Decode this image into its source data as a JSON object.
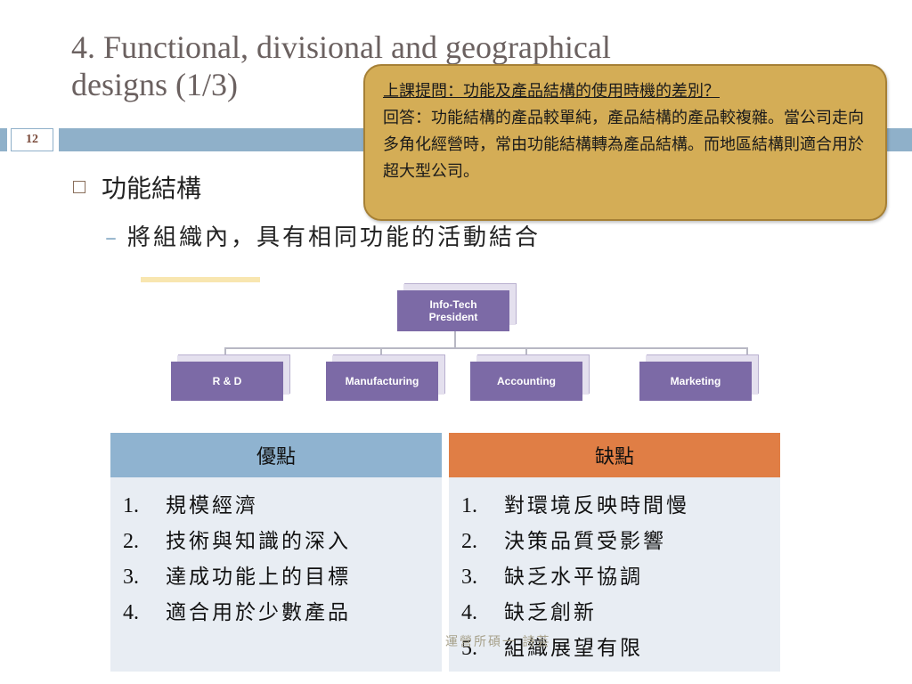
{
  "slide": {
    "title_line1": "4. Functional, divisional and geographical",
    "title_line2": "designs (1/3)",
    "page_number": "12"
  },
  "bullets": {
    "level1": "功能結構",
    "level2_dash": "–",
    "level2": "將組織內，具有相同功能的活動結合"
  },
  "callout": {
    "question": "上課提問：功能及產品結構的使用時機的差別？",
    "answer": "回答：功能結構的產品較單純，產品結構的產品較複雜。當公司走向多角化經營時，常由功能結構轉為產品結構。而地區結構則適合用於超大型公司。"
  },
  "org_chart": {
    "top": {
      "line1": "Info-Tech",
      "line2": "President"
    },
    "departments": [
      "R & D",
      "Manufacturing",
      "Accounting",
      "Marketing"
    ],
    "box_color": "#7c6aa6"
  },
  "table": {
    "advantages": {
      "header": "優點",
      "items": [
        {
          "num": "1.",
          "text": "規模經濟"
        },
        {
          "num": "2.",
          "text": "技術與知識的深入"
        },
        {
          "num": "3.",
          "text": "達成功能上的目標"
        },
        {
          "num": "4.",
          "text": "適合用於少數產品"
        }
      ]
    },
    "disadvantages": {
      "header": "缺點",
      "items": [
        {
          "num": "1.",
          "text": "對環境反映時間慢"
        },
        {
          "num": "2.",
          "text": "決策品質受影響"
        },
        {
          "num": "3.",
          "text": "缺乏水平協調"
        },
        {
          "num": "4.",
          "text": "缺乏創新"
        },
        {
          "num": "5.",
          "text": "組織展望有限"
        }
      ]
    },
    "colors": {
      "advantages_header": "#8fb3d0",
      "disadvantages_header": "#e07e45",
      "body": "#e8edf3"
    }
  },
  "footer": {
    "text": "運營所碩一 詩芸"
  }
}
